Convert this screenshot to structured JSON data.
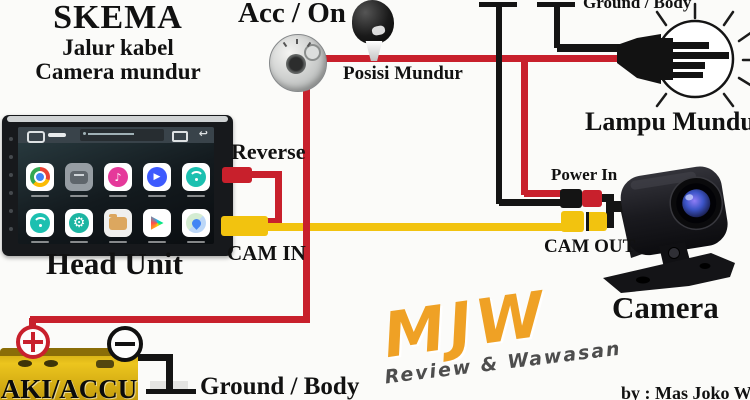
{
  "title": {
    "line1": "SKEMA",
    "line2": "Jalur kabel",
    "line3": "Camera mundur"
  },
  "labels": {
    "acc_on": "Acc / On",
    "posisi_mundur": "Posisi Mundur",
    "ground_body_top": "Ground / Body",
    "lampu_mundur": "Lampu Mundur",
    "reverse": "Reverse",
    "cam_in": "CAM IN",
    "head_unit": "Head Unit",
    "power_in": "Power In",
    "cam_out": "CAM OUT",
    "camera": "Camera",
    "battery": "AKI/ACCU",
    "ground_body_bottom": "Ground / Body",
    "byline": "by : Mas Joko Wali"
  },
  "watermark": {
    "logo": "MJW",
    "tagline": "Review & Wawasan"
  },
  "head_unit": {
    "app_icons_row1": [
      "chrome",
      "radio",
      "music",
      "video",
      "network"
    ],
    "app_icons_row2": [
      "bt-music",
      "settings",
      "file-manager",
      "play-store",
      "maps"
    ],
    "settings_glyph": "⚙",
    "music_glyph": "♪",
    "video_glyph": "▶",
    "back_glyph": "↩"
  },
  "colors": {
    "wire_red": "#c8202c",
    "wire_yellow": "#f2c30f",
    "wire_black": "#141414",
    "battery_yellow": "#e5bd1a",
    "logo_orange": "#efa125",
    "screen_teal": "#1cc0b0"
  }
}
